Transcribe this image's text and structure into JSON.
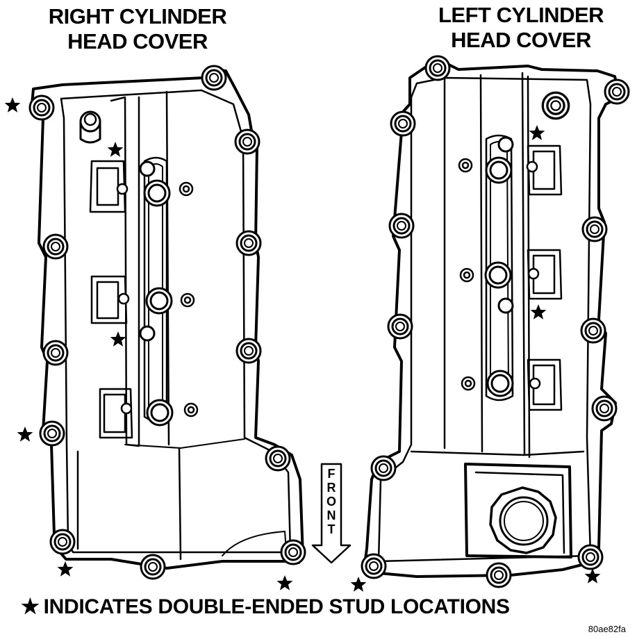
{
  "titles": {
    "right_line1": "RIGHT CYLINDER",
    "right_line2": "HEAD COVER",
    "left_line1": "LEFT CYLINDER",
    "left_line2": "HEAD COVER"
  },
  "front_label": "FRONT",
  "legend": {
    "symbol": "★",
    "text": "INDICATES DOUBLE-ENDED STUD LOCATIONS"
  },
  "figure_code": "80ae82fa",
  "icons": {
    "stud_marker": "star-icon",
    "direction": "front-arrow-icon",
    "cover": "cylinder-head-cover-icon",
    "oil_cap": "oil-filler-cap-icon"
  },
  "colors": {
    "ink": "#000000",
    "paper": "#ffffff"
  }
}
